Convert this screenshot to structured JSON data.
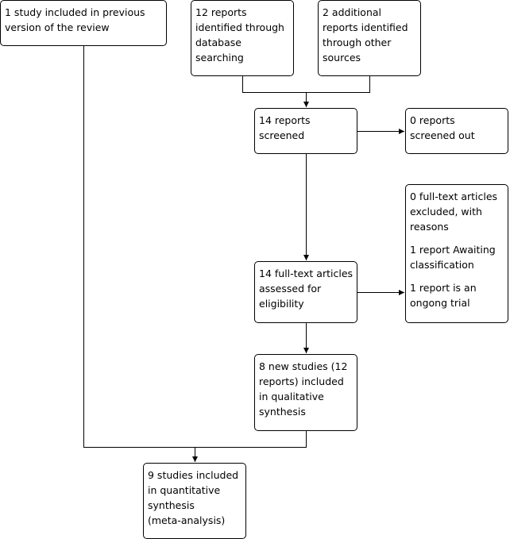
{
  "boxes": {
    "previous_version": {
      "lines": [
        "1 study included in previous",
        "version of the review"
      ]
    },
    "database_search": {
      "lines": [
        "12 reports",
        "identified through",
        "database",
        "searching"
      ]
    },
    "other_sources": {
      "lines": [
        "2 additional",
        "reports identified",
        "through other",
        "sources"
      ]
    },
    "screened": {
      "lines": [
        "14 reports",
        "screened"
      ]
    },
    "screened_out": {
      "lines": [
        "0 reports",
        "screened out"
      ]
    },
    "excluded": {
      "para1": [
        "0 full-text articles",
        "excluded, with",
        "reasons"
      ],
      "para2": [
        "1 report Awaiting",
        "classification"
      ],
      "para3": [
        "1 report is an",
        "ongong trial"
      ]
    },
    "fulltext_assessed": {
      "lines": [
        "14 full-text articles",
        "assessed for",
        "eligibility"
      ]
    },
    "qualitative": {
      "lines": [
        "8 new studies (12",
        "reports) included",
        "in qualitative",
        "synthesis"
      ]
    },
    "quantitative": {
      "lines": [
        "9 studies included",
        "in quantitative",
        "synthesis",
        "(meta-analysis)"
      ]
    }
  },
  "colors": {
    "line": "#000000",
    "box_border": "#000000",
    "background": "#ffffff"
  }
}
